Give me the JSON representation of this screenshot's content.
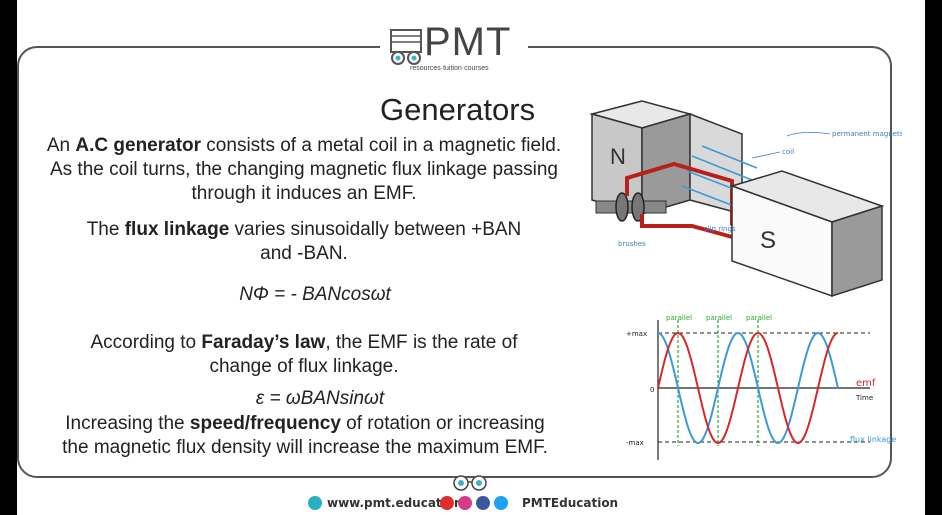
{
  "logo": {
    "text": "PMT",
    "tagline": "resources·tuition·courses"
  },
  "title": "Generators",
  "paragraphs": {
    "p1_bold": "A.C generator",
    "p1_rest": " consists of a metal coil in a magnetic field. As the coil turns, the changing magnetic flux linkage passing through it induces an EMF.",
    "p1_pre": "An ",
    "p2_pre": "The ",
    "p2_bold": "flux linkage",
    "p2_rest": " varies sinusoidally between +BAN and -BAN.",
    "eq1": "NΦ = - BANcosωt",
    "p3_pre": "According to ",
    "p3_bold": "Faraday’s law",
    "p3_rest": ", the EMF is the rate of change of flux linkage.",
    "eq2": "ε = ωBANsinωt",
    "p4_pre": "Increasing the ",
    "p4_bold": "speed/frequency",
    "p4_rest": " of rotation or increasing the magnetic flux density will increase the maximum EMF."
  },
  "diagram": {
    "pole_n": "N",
    "pole_s": "S",
    "label_permanent": "permanent magnets",
    "label_coil": "coil",
    "label_slip": "slip rings",
    "label_brushes": "brushes"
  },
  "graph": {
    "label_parallel": "parallel",
    "label_max": "+max",
    "label_min": "-max",
    "label_zero": "0",
    "label_time": "Time",
    "label_emf": "emf",
    "label_flux": "flux linkage",
    "colors": {
      "emf": "#d62828",
      "flux": "#3a9ad9",
      "parallel": "#2ea82e"
    }
  },
  "footer": {
    "website": "www.pmt.education",
    "social": "PMTEducation"
  }
}
